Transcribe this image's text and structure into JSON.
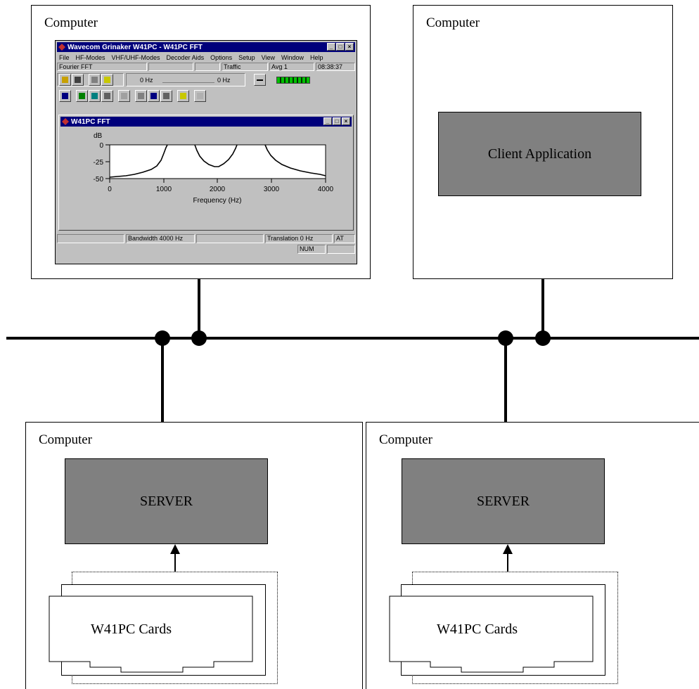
{
  "computers": {
    "top_left_label": "Computer",
    "top_right_label": "Computer",
    "bottom_left_label": "Computer",
    "bottom_right_label": "Computer"
  },
  "client_app": {
    "label": "Client Application"
  },
  "servers": {
    "left_label": "SERVER",
    "right_label": "SERVER"
  },
  "cards": {
    "left_label": "W41PC Cards",
    "right_label": "W41PC Cards"
  },
  "app_window": {
    "title": "Wavecom Grinaker W41PC - W41PC FFT",
    "menu": [
      "File",
      "HF-Modes",
      "VHF/UHF-Modes",
      "Decoder Aids",
      "Options",
      "Setup",
      "View",
      "Window",
      "Help"
    ],
    "status_top": {
      "mode": "Fourier FFT",
      "field2": "",
      "field3": "",
      "traffic": "Traffic",
      "avg": "Avg 1",
      "time": "08:38:37"
    },
    "toolbar_freq_left": "0 Hz",
    "toolbar_freq_right": "0 Hz",
    "child_title": "W41PC FFT",
    "plot": {
      "unit_label": "dB",
      "y_ticks": [
        "0",
        "-25",
        "-50"
      ],
      "x_ticks": [
        "0",
        "1000",
        "2000",
        "3000",
        "4000"
      ],
      "x_label": "Frequency (Hz)"
    },
    "status_bottom": {
      "bandwidth": "Bandwidth 4000 Hz",
      "translation": "Translation 0 Hz",
      "at": "AT",
      "num": "NUM"
    },
    "accent_colors": {
      "titlebar": "#00007b",
      "face": "#c0c0c0",
      "level_meter": "#00c000"
    }
  }
}
